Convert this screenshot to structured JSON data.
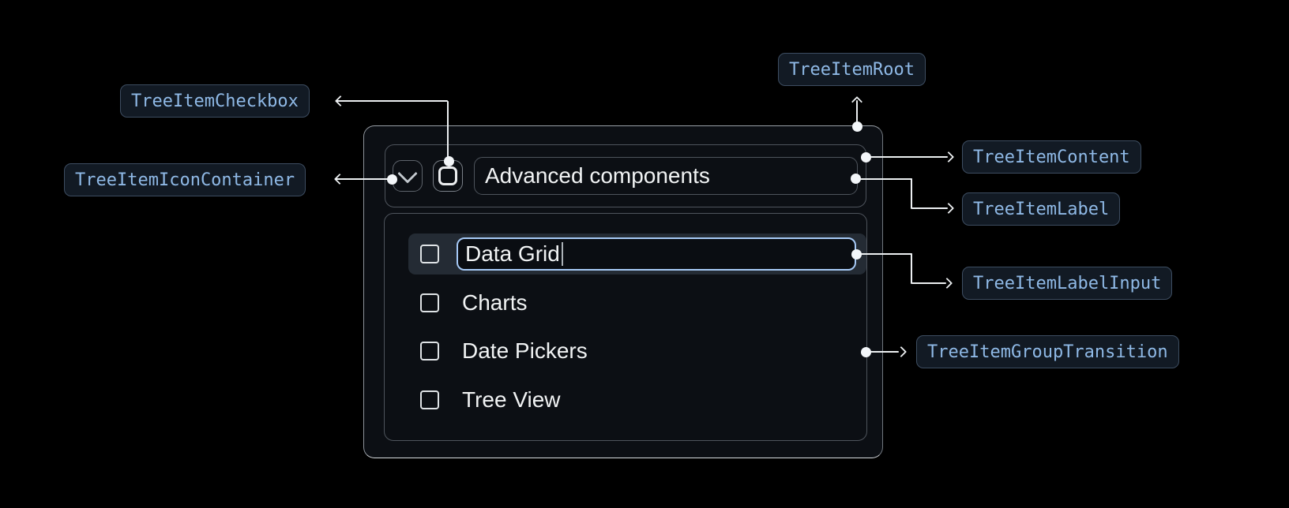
{
  "colors": {
    "page_background": "#000000",
    "component_background": "#0C0F14",
    "annotation_text": "#8FB9E6",
    "annotation_border": "#3D4D61",
    "annotation_background": "#121A24",
    "container_border": "#4E545C",
    "outer_border": "#9BA1A8",
    "selected_row_background": "#242B34",
    "input_focus_border": "#A6C9F6",
    "connector": "#EDF0F2",
    "text_primary": "#F1F3F4"
  },
  "annotations": {
    "root": "TreeItemRoot",
    "checkbox": "TreeItemCheckbox",
    "icon_container": "TreeItemIconContainer",
    "content": "TreeItemContent",
    "label": "TreeItemLabel",
    "label_input": "TreeItemLabelInput",
    "group_transition": "TreeItemGroupTransition"
  },
  "tree": {
    "parent_label": "Advanced components",
    "parent_expanded": true,
    "parent_checkbox_checked": false,
    "edit_value": "Data Grid",
    "children": [
      {
        "label": "Charts",
        "checked": false
      },
      {
        "label": "Date Pickers",
        "checked": false
      },
      {
        "label": "Tree View",
        "checked": false
      }
    ]
  },
  "icons": {
    "expand": "chevron-down-icon",
    "checkbox": "checkbox-unchecked-icon"
  }
}
